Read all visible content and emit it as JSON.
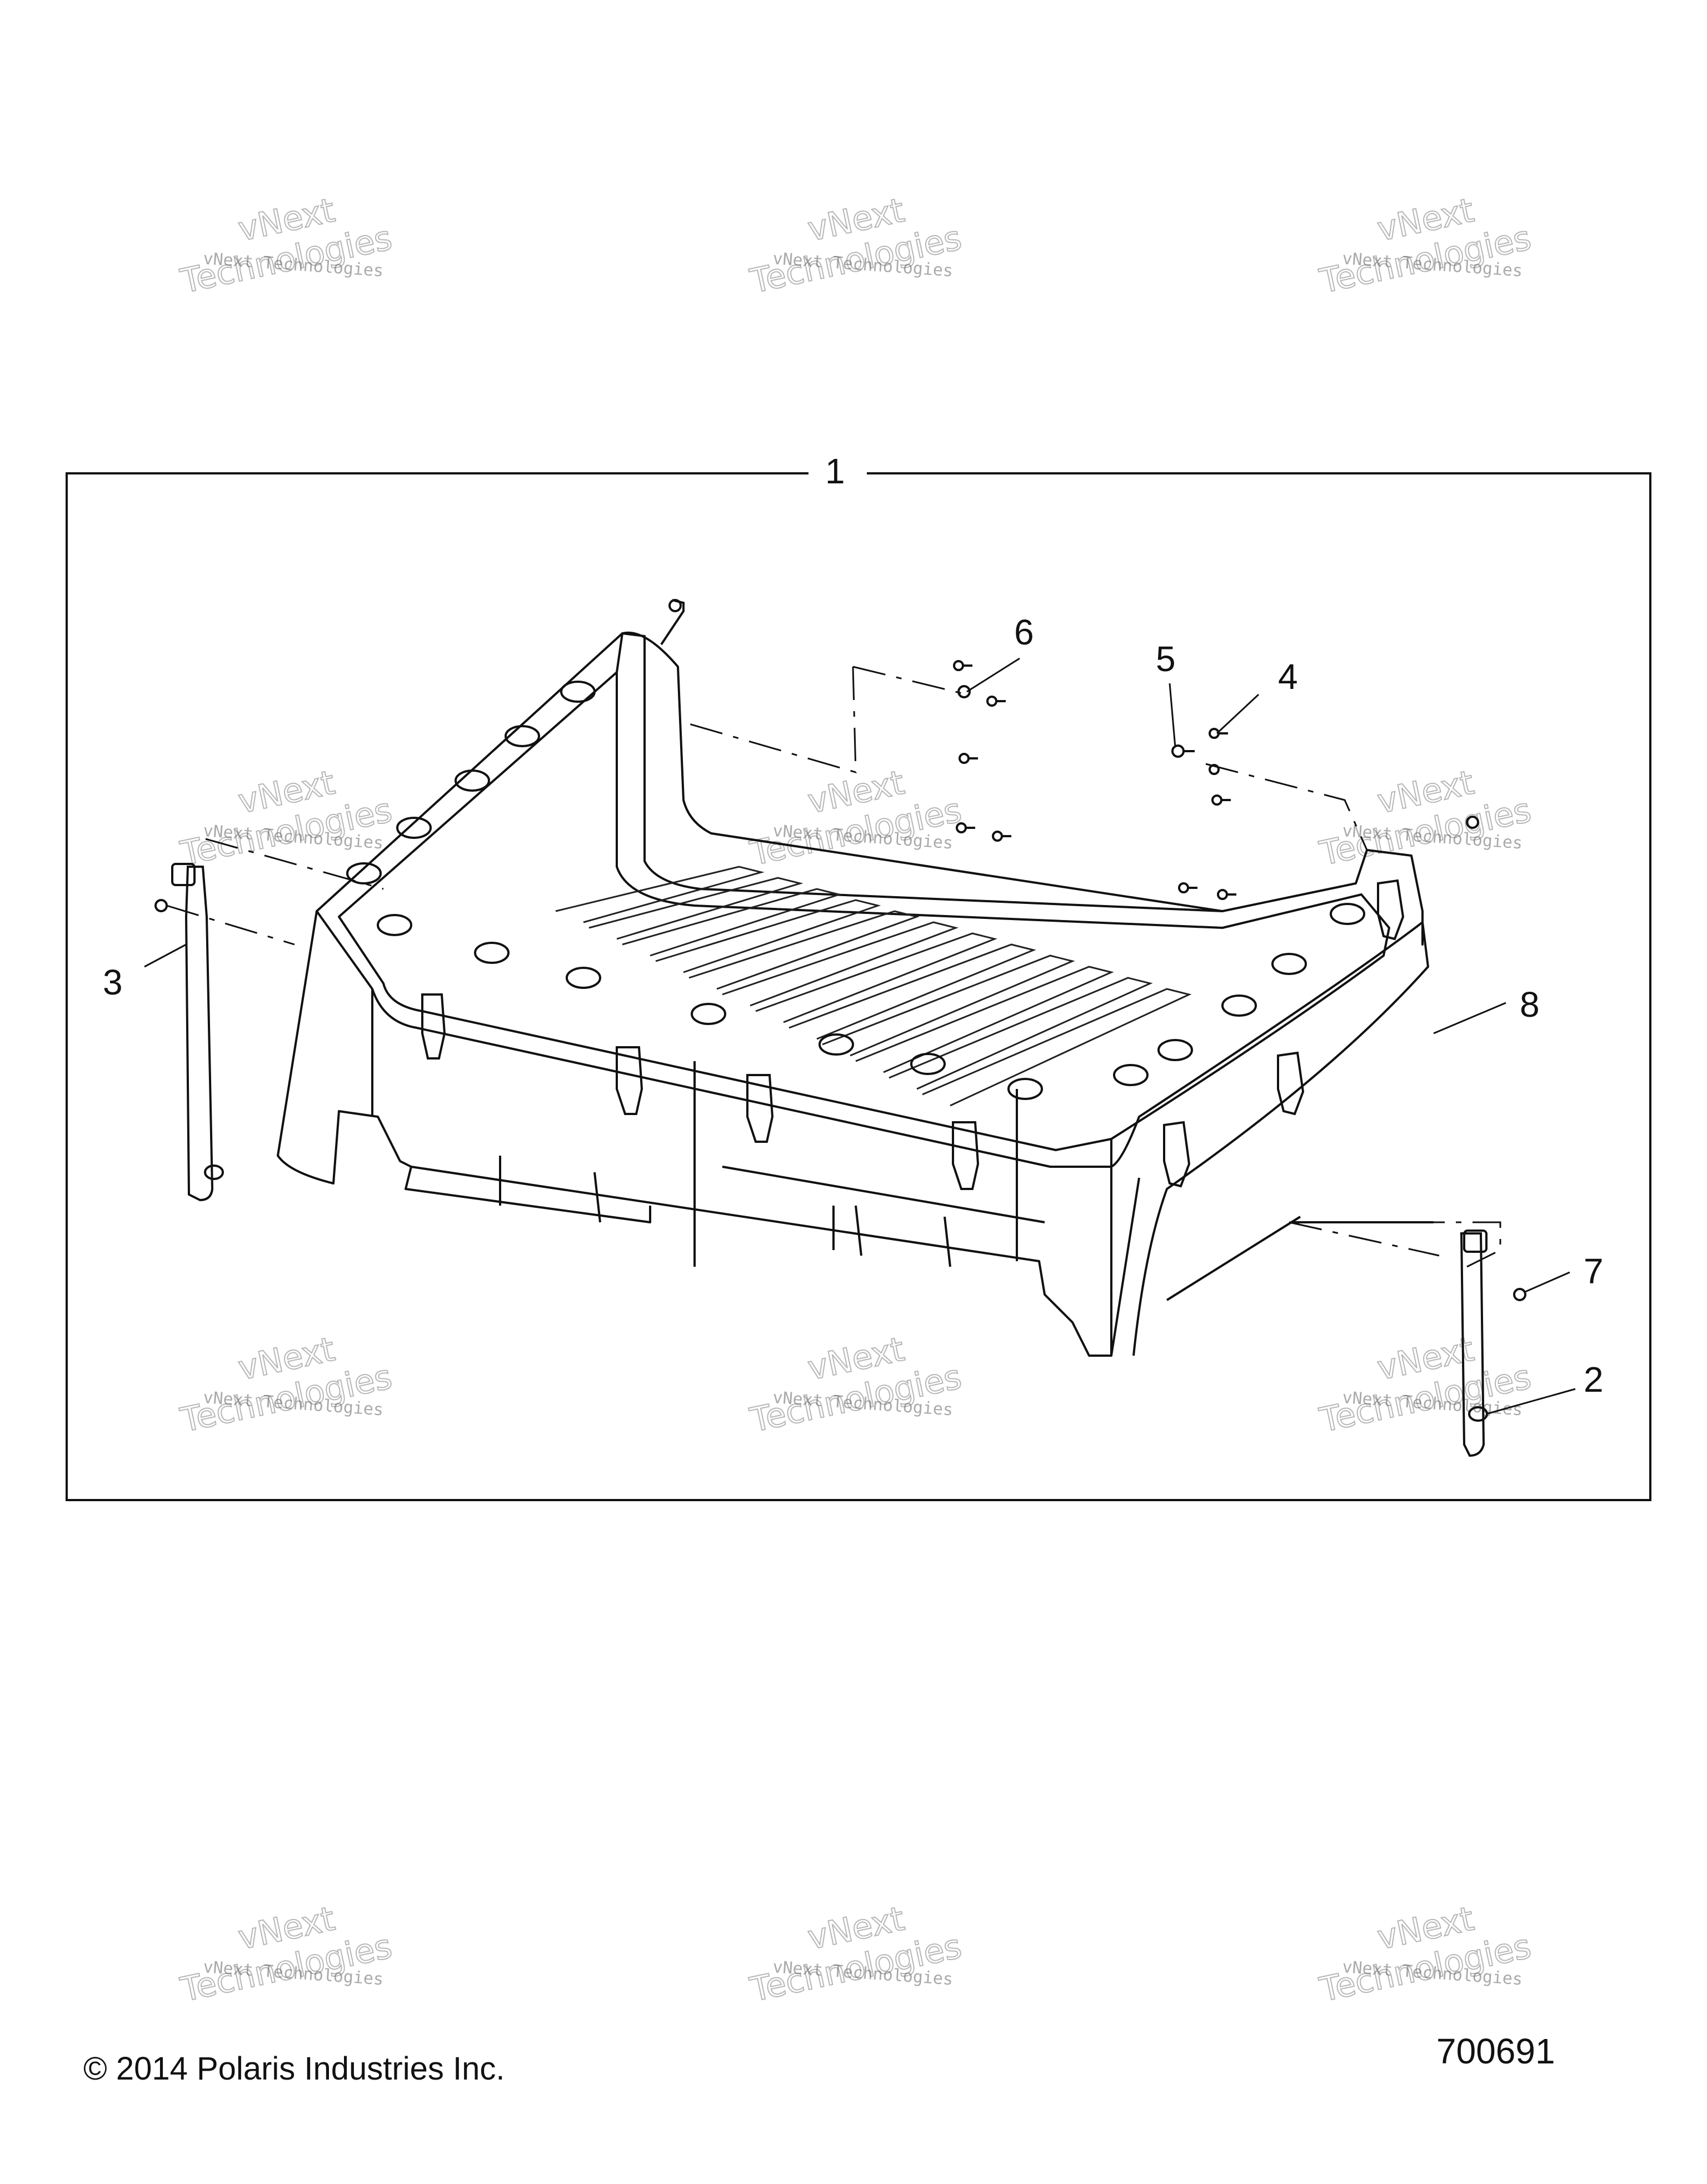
{
  "callouts": {
    "c1": "1",
    "c2": "2",
    "c3": "3",
    "c4": "4",
    "c5": "5",
    "c6": "6",
    "c7": "7",
    "c8": "8"
  },
  "watermark": {
    "line1": "vNext Technologies",
    "line2": "vNext",
    "line3": "Technologies"
  },
  "footer": {
    "copyright": "© 2014 Polaris Industries Inc.",
    "drawing_number": "700691"
  }
}
